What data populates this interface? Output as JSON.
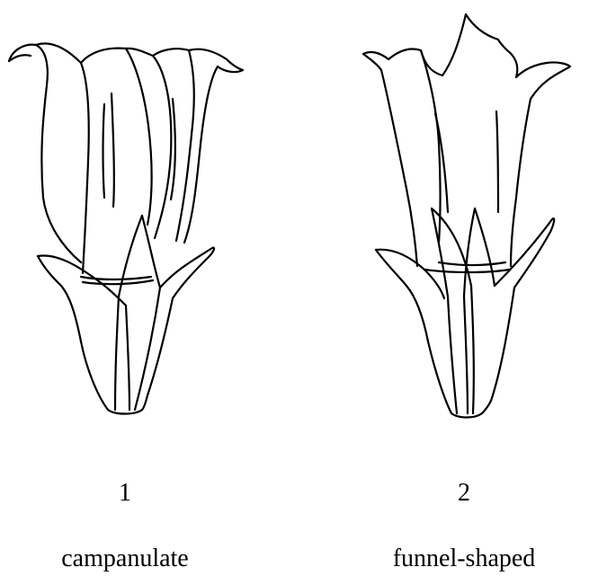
{
  "figures": [
    {
      "number": "1",
      "caption": "campanulate",
      "shape": "bell-flower-drawing"
    },
    {
      "number": "2",
      "caption": "funnel-shaped",
      "shape": "funnel-flower-drawing"
    }
  ],
  "colors": {
    "line": "#000000",
    "background": "#ffffff"
  }
}
